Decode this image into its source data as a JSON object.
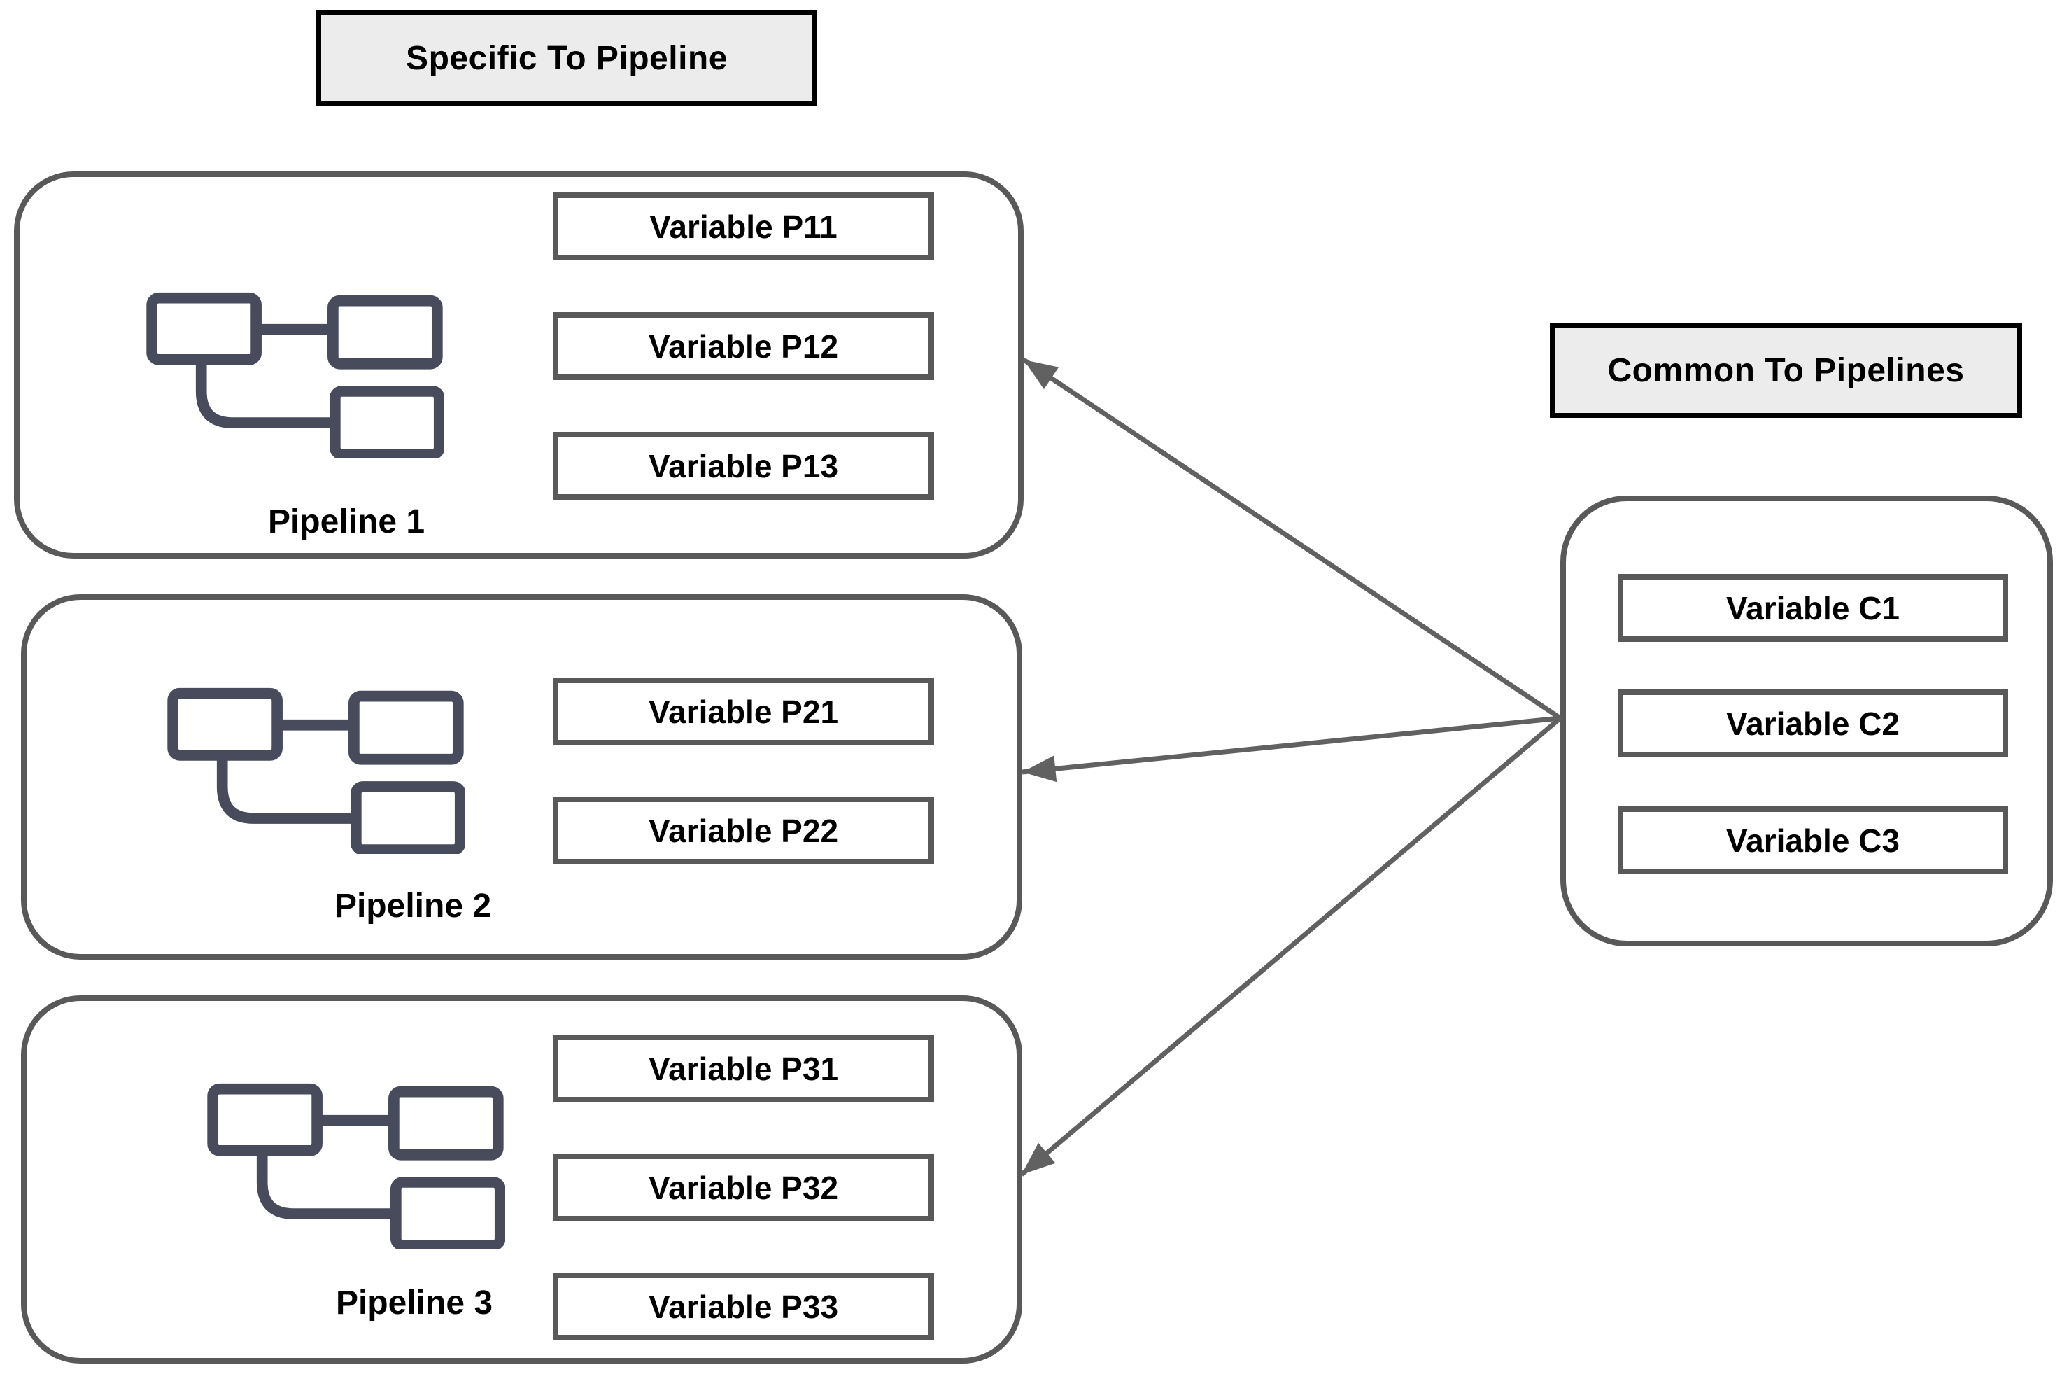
{
  "header_specific": {
    "label": "Specific To Pipeline"
  },
  "header_common": {
    "label": "Common To Pipelines"
  },
  "pipelines": [
    {
      "label": "Pipeline 1",
      "variables": [
        "Variable P11",
        "Variable P12",
        "Variable P13"
      ]
    },
    {
      "label": "Pipeline 2",
      "variables": [
        "Variable P21",
        "Variable P22"
      ]
    },
    {
      "label": "Pipeline 3",
      "variables": [
        "Variable P31",
        "Variable P32",
        "Variable P33"
      ]
    }
  ],
  "common": {
    "variables": [
      "Variable C1",
      "Variable C2",
      "Variable C3"
    ]
  },
  "icons": {
    "pipeline_icon": "flowchart-nodes-icon"
  },
  "colors": {
    "background": "#ffffff",
    "box_border": "#595959",
    "arrow": "#616161",
    "icon": "#474b5c",
    "title_bg": "#ececec",
    "title_border": "#000000",
    "text": "#000000"
  }
}
